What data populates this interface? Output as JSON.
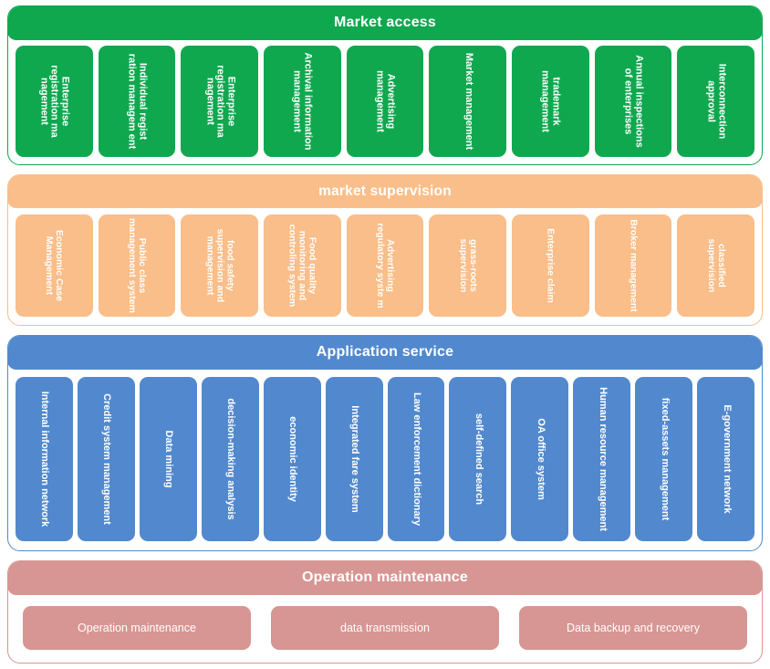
{
  "sections": [
    {
      "id": "market-access",
      "title": "Market access",
      "color": "#0FA84F",
      "orientation": "vertical",
      "items": [
        "Enterprise registration ma nagement",
        "Individual regist ration managem ent",
        "Enterprise registration ma nagement",
        "Archival information management",
        "Advertising management",
        "Market management",
        "trademark management",
        "Annual inspections of enterprises",
        "Interconnection approval"
      ]
    },
    {
      "id": "market-supervision",
      "title": "market supervision",
      "color": "#F9BE89",
      "orientation": "vertical",
      "items": [
        "Economic Case Management",
        "Public class management system",
        "food safety supervision and management",
        "Food quality monitoring and controling system",
        "Advertising regulatory syste m",
        "grass-roots supervision",
        "Enterprise claim",
        "Broker management",
        "classified supervision"
      ]
    },
    {
      "id": "application-service",
      "title": "Application service",
      "color": "#5289CE",
      "orientation": "vertical",
      "items": [
        "Internal information network",
        "Credit system management",
        "Data mining",
        "decision-making analysis",
        "economic identity",
        "Integrated fare system",
        "Law enforcement dictionary",
        "self-defined search",
        "OA office system",
        "Human resource management",
        "fixed-assets management",
        "E-government network"
      ]
    },
    {
      "id": "operation-maintenance",
      "title": "Operation maintenance",
      "color": "#D79693",
      "orientation": "horizontal",
      "items": [
        "Operation maintenance",
        "data transmission",
        "Data backup and recovery"
      ]
    }
  ]
}
